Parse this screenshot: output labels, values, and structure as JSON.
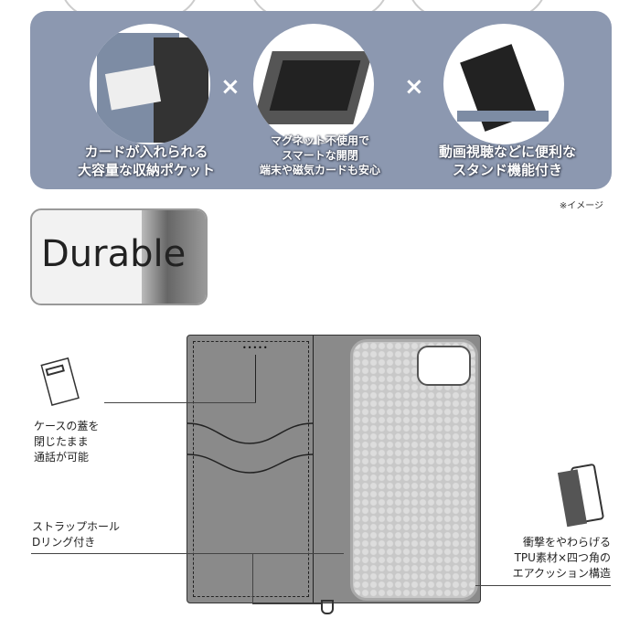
{
  "features": [
    {
      "lines": [
        "カードが入れられる",
        "大容量な収納ポケット"
      ]
    },
    {
      "lines": [
        "マグネット不使用で",
        "スマートな開閉",
        "端末や磁気カードも安心"
      ]
    },
    {
      "lines": [
        "動画視聴などに便利な",
        "スタンド機能付き"
      ]
    }
  ],
  "separator": "×",
  "image_note": "※イメージ",
  "durable_title": "Durable",
  "annotations": {
    "call": [
      "ケースの蓋を",
      "閉じたまま",
      "通話が可能"
    ],
    "strap": [
      "ストラップホール",
      "Dリング付き"
    ],
    "shock": [
      "衝撃をやわらげる",
      "TPU素材×四つ角の",
      "エアクッション構造"
    ]
  },
  "colors": {
    "banner": "#8c98b0",
    "case": "#8a8a8a",
    "insert": "#c8c8c8"
  }
}
